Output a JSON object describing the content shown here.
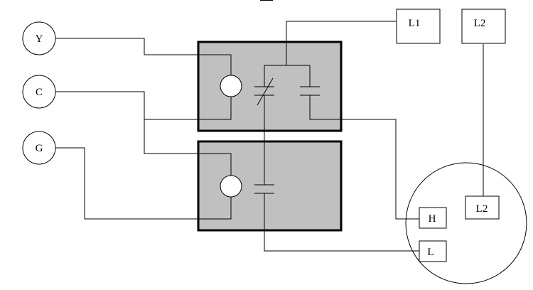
{
  "terminals": {
    "y": "Y",
    "c": "C",
    "g": "G"
  },
  "supply": {
    "l1": "L1",
    "l2": "L2"
  },
  "motor": {
    "high": "H",
    "low": "L",
    "l2": "L2"
  }
}
